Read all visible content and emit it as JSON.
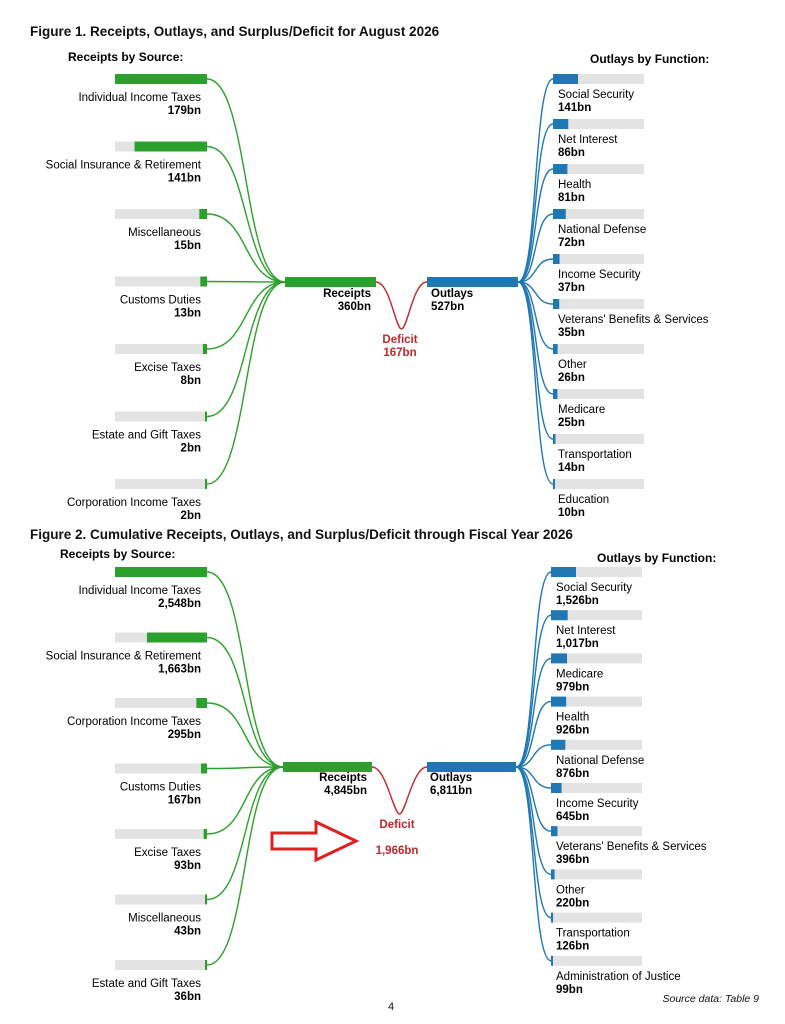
{
  "page_number": "4",
  "source_note": "Source data: Table 9",
  "colors": {
    "receipts": "#2ca02c",
    "outlays": "#1f77b4",
    "deficit": "#c0282d",
    "track": "#e3e3e3",
    "arrow": "#e02020"
  },
  "figures": [
    {
      "title": "Figure 1. Receipts, Outlays, and Surplus/Deficit for August 2026",
      "receipts_heading": "Receipts by Source:",
      "outlays_heading": "Outlays by Function:",
      "receipts_sources": [
        {
          "name": "Individual Income Taxes",
          "value": 179,
          "display": "179bn"
        },
        {
          "name": "Social Insurance & Retirement",
          "value": 141,
          "display": "141bn"
        },
        {
          "name": "Miscellaneous",
          "value": 15,
          "display": "15bn"
        },
        {
          "name": "Customs Duties",
          "value": 13,
          "display": "13bn"
        },
        {
          "name": "Excise Taxes",
          "value": 8,
          "display": "8bn"
        },
        {
          "name": "Estate and Gift Taxes",
          "value": 2,
          "display": "2bn"
        },
        {
          "name": "Corporation Income Taxes",
          "value": 2,
          "display": "2bn"
        }
      ],
      "receipts_total": {
        "label": "Receipts",
        "value": 360,
        "display": "360bn"
      },
      "outlays_total": {
        "label": "Outlays",
        "value": 527,
        "display": "527bn"
      },
      "deficit": {
        "label": "Deficit",
        "value": 167,
        "display": "167bn"
      },
      "outlays_functions": [
        {
          "name": "Social Security",
          "value": 141,
          "display": "141bn"
        },
        {
          "name": "Net Interest",
          "value": 86,
          "display": "86bn"
        },
        {
          "name": "Health",
          "value": 81,
          "display": "81bn"
        },
        {
          "name": "National Defense",
          "value": 72,
          "display": "72bn"
        },
        {
          "name": "Income Security",
          "value": 37,
          "display": "37bn"
        },
        {
          "name": "Veterans' Benefits & Services",
          "value": 35,
          "display": "35bn"
        },
        {
          "name": "Other",
          "value": 26,
          "display": "26bn"
        },
        {
          "name": "Medicare",
          "value": 25,
          "display": "25bn"
        },
        {
          "name": "Transportation",
          "value": 14,
          "display": "14bn"
        },
        {
          "name": "Education",
          "value": 10,
          "display": "10bn"
        }
      ]
    },
    {
      "title": "Figure 2. Cumulative Receipts, Outlays, and Surplus/Deficit through Fiscal Year 2026",
      "receipts_heading": "Receipts by Source:",
      "outlays_heading": "Outlays by Function:",
      "receipts_sources": [
        {
          "name": "Individual Income Taxes",
          "value": 2548,
          "display": "2,548bn"
        },
        {
          "name": "Social Insurance & Retirement",
          "value": 1663,
          "display": "1,663bn"
        },
        {
          "name": "Corporation Income Taxes",
          "value": 295,
          "display": "295bn"
        },
        {
          "name": "Customs Duties",
          "value": 167,
          "display": "167bn"
        },
        {
          "name": "Excise Taxes",
          "value": 93,
          "display": "93bn"
        },
        {
          "name": "Miscellaneous",
          "value": 43,
          "display": "43bn"
        },
        {
          "name": "Estate and Gift Taxes",
          "value": 36,
          "display": "36bn"
        }
      ],
      "receipts_total": {
        "label": "Receipts",
        "value": 4845,
        "display": "4,845bn"
      },
      "outlays_total": {
        "label": "Outlays",
        "value": 6811,
        "display": "6,811bn"
      },
      "deficit": {
        "label": "Deficit",
        "value": 1966,
        "display": "1,966bn"
      },
      "outlays_functions": [
        {
          "name": "Social Security",
          "value": 1526,
          "display": "1,526bn"
        },
        {
          "name": "Net Interest",
          "value": 1017,
          "display": "1,017bn"
        },
        {
          "name": "Medicare",
          "value": 979,
          "display": "979bn"
        },
        {
          "name": "Health",
          "value": 926,
          "display": "926bn"
        },
        {
          "name": "National Defense",
          "value": 876,
          "display": "876bn"
        },
        {
          "name": "Income Security",
          "value": 645,
          "display": "645bn"
        },
        {
          "name": "Veterans' Benefits & Services",
          "value": 396,
          "display": "396bn"
        },
        {
          "name": "Other",
          "value": 220,
          "display": "220bn"
        },
        {
          "name": "Transportation",
          "value": 126,
          "display": "126bn"
        },
        {
          "name": "Administration of Justice",
          "value": 99,
          "display": "99bn"
        }
      ]
    }
  ]
}
